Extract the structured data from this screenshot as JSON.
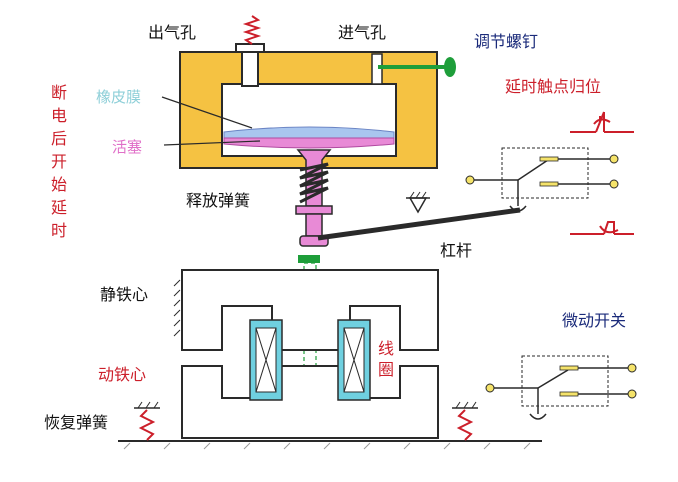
{
  "labels": {
    "air_outlet": "出气孔",
    "air_inlet": "进气孔",
    "adjust_screw": "调节螺钉",
    "delay_reset": "延时触点归位",
    "power_off_delay": "断电后开始延时",
    "diaphragm": "橡皮膜",
    "piston": "活塞",
    "release_spring": "释放弹簧",
    "lever": "杠杆",
    "static_core": "静铁心",
    "micro_switch": "微动开关",
    "coil": "线圈",
    "moving_core": "动铁心",
    "return_spring": "恢复弹簧"
  },
  "colors": {
    "chamber": "#f5c242",
    "diaphragm": "#e88ad6",
    "screw": "#1e9e3a",
    "red_text": "#cc1f2a",
    "blue_text": "#1a2a7a"
  }
}
